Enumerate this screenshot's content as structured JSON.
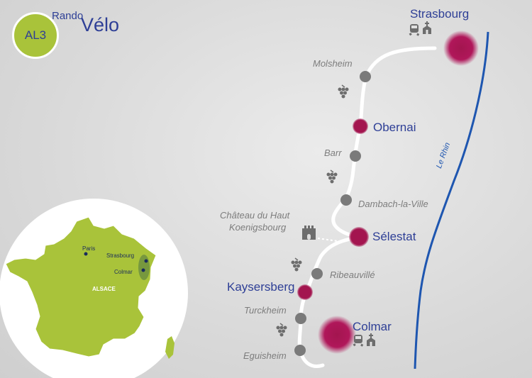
{
  "badge": {
    "code": "AL3"
  },
  "brand": {
    "rando": "Rando",
    "velo": "Vélo"
  },
  "river": {
    "name": "Le Rhin"
  },
  "towns": {
    "strasbourg": "Strasbourg",
    "molsheim": "Molsheim",
    "obernai": "Obernai",
    "barr": "Barr",
    "dambach": "Dambach-la-Ville",
    "chateau_line1": "Château du Haut",
    "chateau_line2": "Koenigsbourg",
    "selestat": "Sélestat",
    "ribeauville": "Ribeauvillé",
    "kaysersberg": "Kaysersberg",
    "turckheim": "Turckheim",
    "colmar": "Colmar",
    "eguisheim": "Eguisheim"
  },
  "inset": {
    "paris": "Paris",
    "strasbourg": "Strasbourg",
    "colmar": "Colmar",
    "region": "ALSACE"
  },
  "icons": [
    "train-icon",
    "church-icon",
    "grapes-icon",
    "castle-icon"
  ],
  "colors": {
    "background": "#d9d9d9",
    "route": "#ffffff",
    "major_stop": "#a3154f",
    "minor_stop": "#7a7a7a",
    "river": "#1e56b0",
    "town_label": "#2e3f96",
    "badge": "#a9c33a",
    "france": "#a9c33a"
  }
}
